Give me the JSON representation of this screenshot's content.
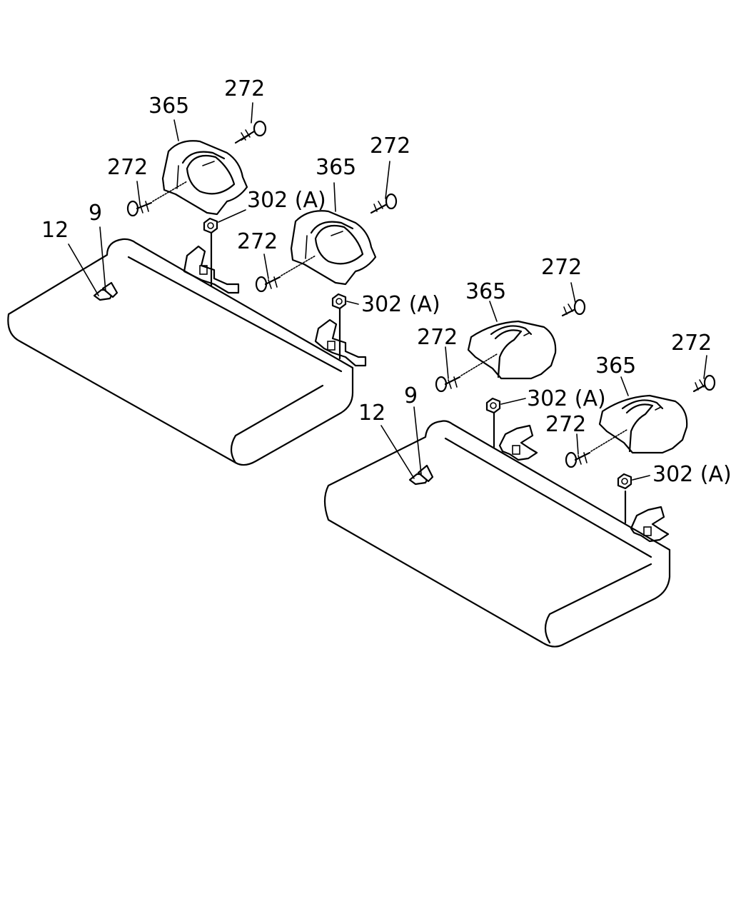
{
  "labels": {
    "a": "272",
    "b": "365",
    "c": "272",
    "d": "302 (A)",
    "e": "12",
    "f": "9",
    "g": "272",
    "h": "365",
    "i": "272",
    "j": "302 (A)",
    "k": "272",
    "l": "365",
    "m": "272",
    "n": "302 (A)",
    "o": "12",
    "p": "9",
    "q": "272",
    "r": "365",
    "s": "272",
    "t": "302 (A)"
  }
}
